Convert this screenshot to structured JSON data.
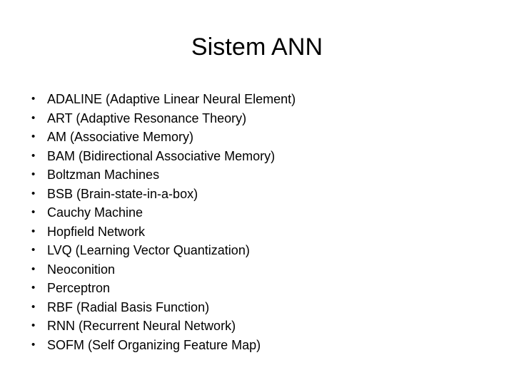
{
  "slide": {
    "title": "Sistem ANN",
    "background_color": "#ffffff",
    "text_color": "#000000",
    "bullet_glyph": "•",
    "items": [
      {
        "label": "ADALINE (Adaptive Linear Neural Element)"
      },
      {
        "label": "ART (Adaptive Resonance Theory)"
      },
      {
        "label": "AM (Associative Memory)"
      },
      {
        "label": "BAM (Bidirectional Associative Memory)"
      },
      {
        "label": "Boltzman Machines"
      },
      {
        "label": "BSB (Brain-state-in-a-box)"
      },
      {
        "label": "Cauchy Machine"
      },
      {
        "label": "Hopfield Network"
      },
      {
        "label": "LVQ (Learning Vector Quantization)"
      },
      {
        "label": "Neoconition"
      },
      {
        "label": "Perceptron"
      },
      {
        "label": "RBF (Radial Basis Function)"
      },
      {
        "label": "RNN (Recurrent Neural Network)"
      },
      {
        "label": "SOFM (Self Organizing Feature Map)"
      }
    ]
  }
}
